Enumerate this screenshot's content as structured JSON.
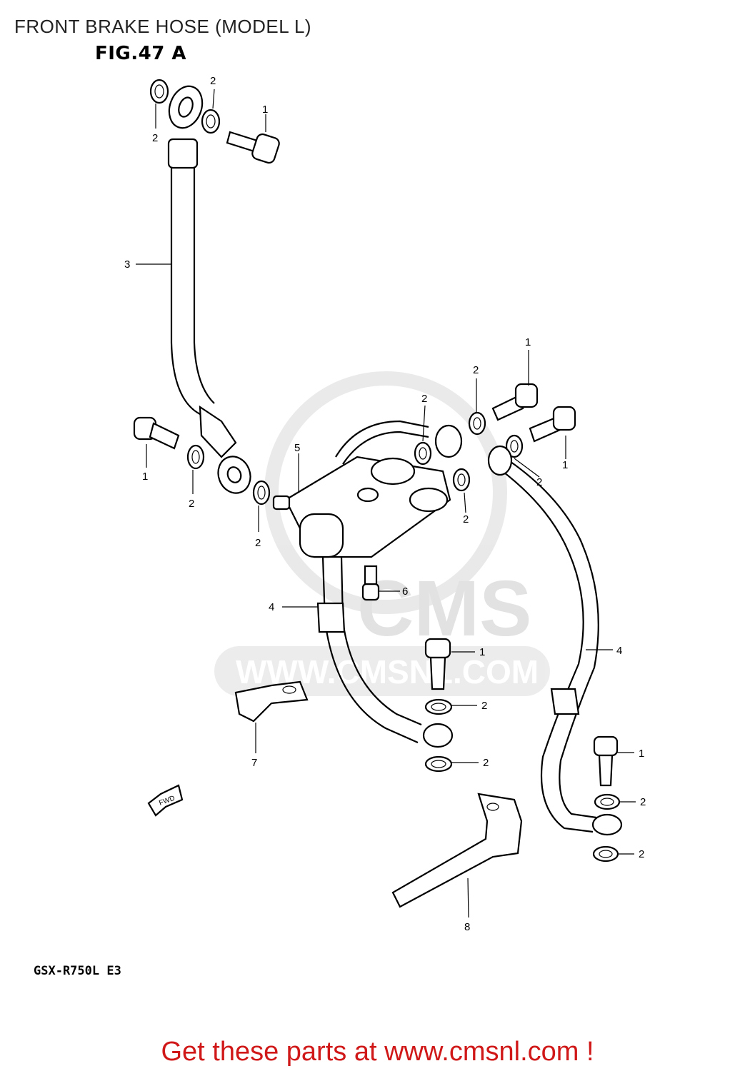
{
  "header": {
    "title": "FRONT BRAKE HOSE (MODEL L)"
  },
  "figure": {
    "label": "FIG.47 A",
    "model": "GSX-R750L  E3",
    "fwd_label": "FWD"
  },
  "watermark": {
    "brand": "CMS",
    "url": "WWW.CMSNL.COM"
  },
  "callouts": [
    "2",
    "2",
    "1",
    "3",
    "1",
    "2",
    "2",
    "5",
    "2",
    "2",
    "2",
    "1",
    "1",
    "2",
    "4",
    "6",
    "1",
    "2",
    "4",
    "2",
    "1",
    "2",
    "2",
    "7",
    "8"
  ],
  "footer": {
    "cta": "Get these parts at www.cmsnl.com !"
  }
}
